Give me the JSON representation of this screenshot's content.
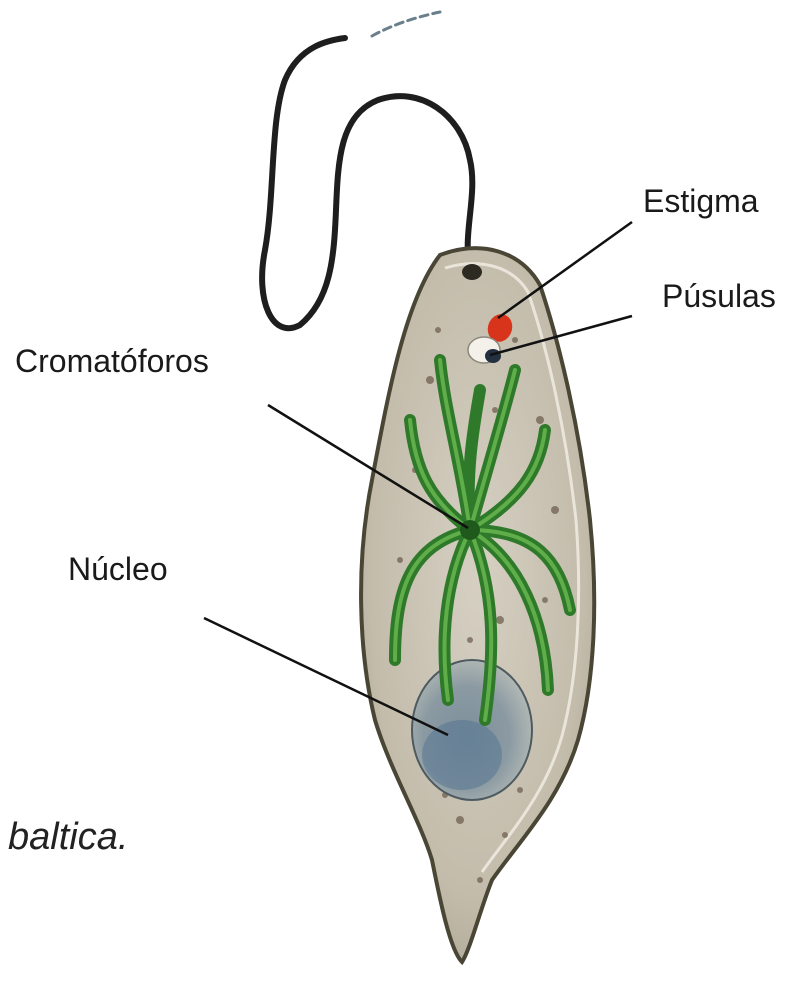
{
  "labels": {
    "estigma": "Estigma",
    "pusulas": "Púsulas",
    "cromatoforos": "Cromatóforos",
    "nucleo": "Núcleo"
  },
  "caption": "baltica.",
  "colors": {
    "background": "#ffffff",
    "cell_fill": "#c9c2b4",
    "cell_outline": "#4a4636",
    "flagellum": "#1e1e1e",
    "chloroplast": "#2f7a2a",
    "chloroplast_light": "#5fae4a",
    "stigma": "#d8341c",
    "nucleus": "#7f93a0",
    "leader_line": "#111111"
  }
}
